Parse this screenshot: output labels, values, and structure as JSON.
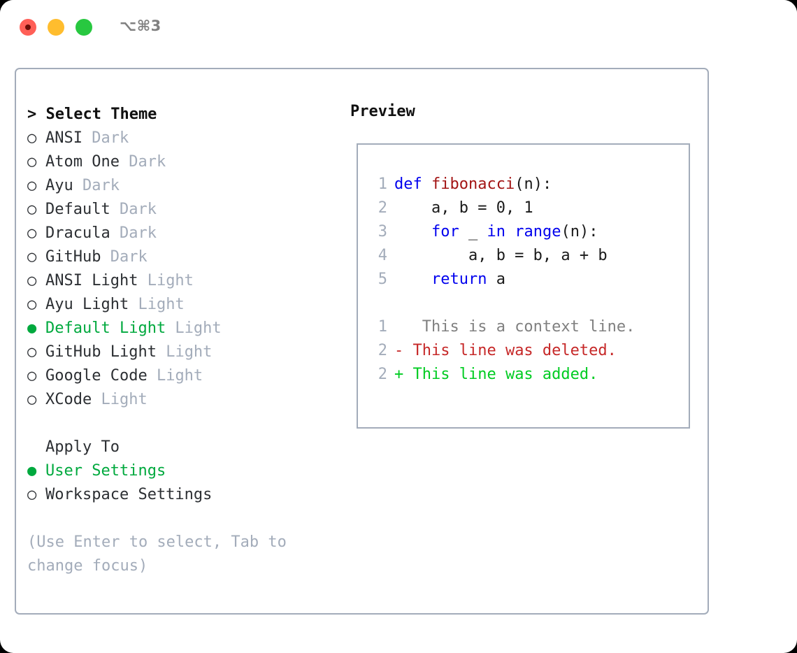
{
  "window": {
    "shortcut": "⌥⌘3",
    "traffic_lights": [
      {
        "name": "close",
        "color": "#ff5f57"
      },
      {
        "name": "minimize",
        "color": "#ffbd2e"
      },
      {
        "name": "maximize",
        "color": "#28c840"
      }
    ]
  },
  "theme_panel": {
    "header": "> Select Theme",
    "marker_selected": "●",
    "marker_unselected": "○",
    "accent_color": "#00a93e",
    "items": [
      {
        "label": "ANSI",
        "type": "Dark",
        "selected": false
      },
      {
        "label": "Atom One",
        "type": "Dark",
        "selected": false
      },
      {
        "label": "Ayu",
        "type": "Dark",
        "selected": false
      },
      {
        "label": "Default",
        "type": "Dark",
        "selected": false
      },
      {
        "label": "Dracula",
        "type": "Dark",
        "selected": false
      },
      {
        "label": "GitHub",
        "type": "Dark",
        "selected": false
      },
      {
        "label": "ANSI Light",
        "type": "Light",
        "selected": false
      },
      {
        "label": "Ayu Light",
        "type": "Light",
        "selected": false
      },
      {
        "label": "Default Light",
        "type": "Light",
        "selected": true
      },
      {
        "label": "GitHub Light",
        "type": "Light",
        "selected": false
      },
      {
        "label": "Google Code",
        "type": "Light",
        "selected": false
      },
      {
        "label": "XCode",
        "type": "Light",
        "selected": false
      }
    ]
  },
  "apply_to": {
    "title": "Apply To",
    "options": [
      {
        "label": "User Settings",
        "selected": true
      },
      {
        "label": "Workspace Settings",
        "selected": false
      }
    ]
  },
  "hint": "(Use Enter to select, Tab to change focus)",
  "preview": {
    "title": "Preview",
    "code_lines": [
      {
        "number": "1",
        "tokens": [
          {
            "text": "def ",
            "style": "kw"
          },
          {
            "text": "fibonacci",
            "style": "fn"
          },
          {
            "text": "(n):",
            "style": "plain"
          }
        ]
      },
      {
        "number": "2",
        "tokens": [
          {
            "text": "    a, b = 0, 1",
            "style": "plain"
          }
        ]
      },
      {
        "number": "3",
        "tokens": [
          {
            "text": "    ",
            "style": "plain"
          },
          {
            "text": "for",
            "style": "kw"
          },
          {
            "text": " _ ",
            "style": "plain"
          },
          {
            "text": "in ",
            "style": "kw"
          },
          {
            "text": "range",
            "style": "kw"
          },
          {
            "text": "(n):",
            "style": "plain"
          }
        ]
      },
      {
        "number": "4",
        "tokens": [
          {
            "text": "        a, b = b, a + b",
            "style": "plain"
          }
        ]
      },
      {
        "number": "5",
        "tokens": [
          {
            "text": "    ",
            "style": "plain"
          },
          {
            "text": "return",
            "style": "kw"
          },
          {
            "text": " a",
            "style": "plain"
          }
        ]
      }
    ],
    "diff_lines": [
      {
        "number": "1",
        "marker": " ",
        "text": "  This is a context line.",
        "style": "ctx"
      },
      {
        "number": "2",
        "marker": "-",
        "text": " This line was deleted.",
        "style": "del"
      },
      {
        "number": "2",
        "marker": "+",
        "text": " This line was added.",
        "style": "add"
      }
    ]
  }
}
